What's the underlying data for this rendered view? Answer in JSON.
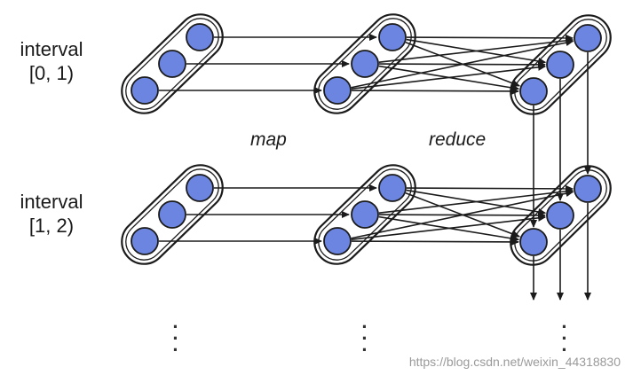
{
  "rows": [
    {
      "interval_label": "interval",
      "interval_range": "[0, 1)"
    },
    {
      "interval_label": "interval",
      "interval_range": "[1, 2)"
    }
  ],
  "stages": {
    "map": "map",
    "reduce": "reduce"
  },
  "continuation": "·\n·\n·",
  "watermark": "https://blog.csdn.net/weixin_44318830",
  "colors": {
    "node_fill": "#6b85e0",
    "node_stroke": "#1b1b1b",
    "capsule_fill": "#ffffff",
    "arrow": "#1b1b1b",
    "text": "#1a1a1a"
  }
}
